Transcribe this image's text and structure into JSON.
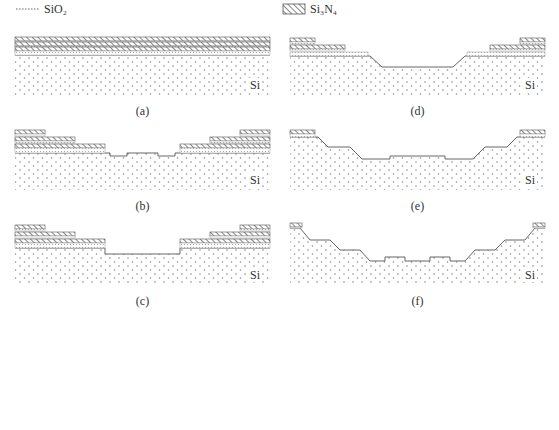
{
  "diagram": {
    "labels": [
      "(a)",
      "Si",
      "(b)",
      "Si",
      "(c)",
      "Si",
      "(d)",
      "Si",
      "(e)",
      "Si",
      "(f)",
      "Si"
    ],
    "legend": [
      {
        "text": "SiO₂"
      },
      {
        "text": "Si₃N₄"
      }
    ]
  }
}
